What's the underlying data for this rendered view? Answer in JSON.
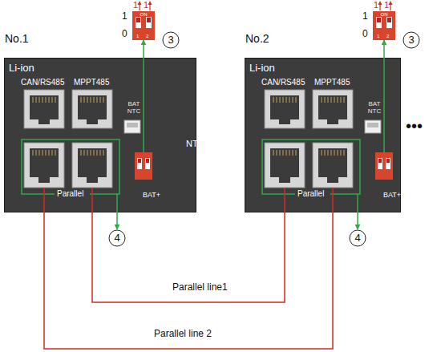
{
  "diagram": {
    "nodes": [
      {
        "text": [
          "No.1",
          "Li-ion",
          "CAN/RS485",
          "MPPT485",
          "Parallel",
          "BAT NTC",
          "BAT+",
          "NT"
        ]
      },
      {
        "text": [
          "ON",
          "1",
          "2"
        ]
      },
      {
        "text": [
          "3"
        ]
      },
      {
        "text": [
          "4"
        ]
      },
      {
        "text": [
          "No.2",
          "Li-ion",
          "CAN/RS485",
          "MPPT485",
          "Parallel",
          "BAT NTC",
          "BAT+"
        ]
      },
      {
        "text": [
          "ON",
          "1",
          "2"
        ]
      },
      {
        "text": [
          "3"
        ]
      },
      {
        "text": [
          "4"
        ]
      }
    ],
    "edges": [
      {
        "from": 0,
        "to": 1,
        "arrow": "to"
      },
      {
        "from": 0,
        "to": 3,
        "arrow": "to"
      },
      {
        "from": 4,
        "to": 5,
        "arrow": "to"
      },
      {
        "from": 4,
        "to": 7,
        "arrow": "to"
      },
      {
        "from": 0,
        "to": 4,
        "arrow": "none",
        "label": "Parallel line1"
      },
      {
        "from": 0,
        "to": 4,
        "arrow": "none",
        "label": "Parallel line 2"
      }
    ],
    "labels": [
      "1",
      "0",
      "1",
      "1",
      "1",
      "0",
      "1",
      "1",
      "•••"
    ]
  }
}
